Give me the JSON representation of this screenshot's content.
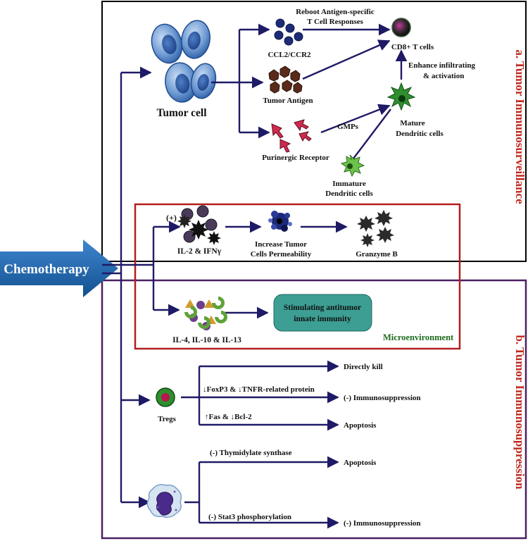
{
  "main": {
    "chemo_label": "Chemotherapy",
    "section_a": "a.  Tumor Immunosurveillance",
    "section_b": "b.  Tumor Immunosuppression",
    "microenv": "Microenvironment"
  },
  "surveillance": {
    "tumor_cell": "Tumor cell",
    "ccl2": "CCL2/CCR2",
    "tumor_antigen": "Tumor Antigen",
    "purinergic": "Purinergic Receptor",
    "reboot_1": "Reboot Antigen-specific",
    "reboot_2": "T Cell Responses",
    "cd8": "CD8+ T cells",
    "enhance_1": "Enhance  infiltrating",
    "enhance_2": "& activation",
    "gmps": "GMPs",
    "mature_1": "Mature",
    "mature_2": "Dendritic cells",
    "immature_1": "Immature",
    "immature_2": "Dendritic cells"
  },
  "micro": {
    "plus": "(+)",
    "il2": "IL-2 & IFNγ",
    "increase_1": "Increase Tumor",
    "increase_2": "Cells Permeability",
    "granzyme": "Granzyme B",
    "il4": "IL-4, IL-10 & IL-13",
    "stim_1": "Stimulating antitumor",
    "stim_2": "innate immunity"
  },
  "suppression": {
    "tregs": "Tregs",
    "foxp3": "↓FoxP3 & ↓TNFR-related protein",
    "fas": "↑Fas & ↓Bcl-2",
    "directly_kill": "Directly kill",
    "immunosupp_1": "(-) Immunosuppression",
    "apoptosis_1": "Apoptosis",
    "thymidylate": "(-)  Thymidylate synthase",
    "apoptosis_2": "Apoptosis",
    "stat3": "(-) Stat3 phosphorylation",
    "immunosupp_2": "(-) Immunosuppression"
  },
  "colors": {
    "arrow": "#1f1a66",
    "box_a": "#000000",
    "box_micro": "#b41e1e",
    "box_b": "#4a1f63",
    "chemo_arrow": "#1b64ad",
    "side_text": "#c0281f",
    "teal_box": "#3d9e93",
    "microenv_text": "#1e6b1e"
  }
}
